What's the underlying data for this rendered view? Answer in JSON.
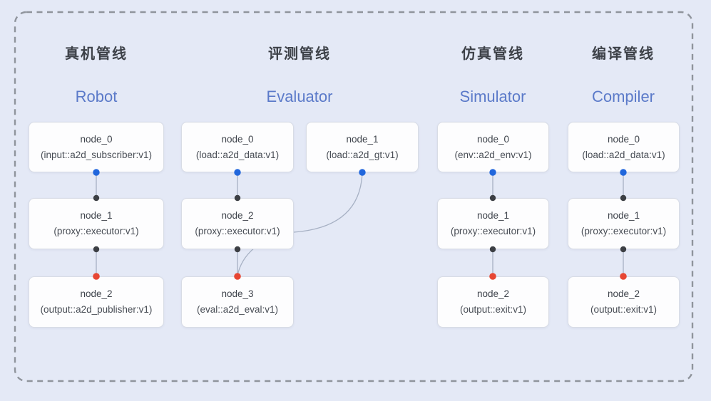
{
  "diagram_title": "pipeline-graphs",
  "colors": {
    "background": "#e4e9f6",
    "canvas_dashed_border": "#8f949c",
    "node_background": "#fdfdfe",
    "node_border": "#d8dce5",
    "edge_line": "#a7b1c4",
    "port_blue": "#2066dc",
    "port_black": "#3c3f44",
    "port_red": "#e74633",
    "header_chinese": "#3d4148",
    "header_english": "#5b7ac9",
    "node_text": "#3e434b"
  },
  "pipelines": [
    {
      "title_zh": "真机管线",
      "title_en": "Robot",
      "nodes": [
        {
          "name": "node_0",
          "type": "(input::a2d_subscriber:v1)"
        },
        {
          "name": "node_1",
          "type": "(proxy::executor:v1)"
        },
        {
          "name": "node_2",
          "type": "(output::a2d_publisher:v1)"
        }
      ]
    },
    {
      "title_zh": "评测管线",
      "title_en": "Evaluator",
      "nodes": [
        {
          "name": "node_0",
          "type": "(load::a2d_data:v1)"
        },
        {
          "name": "node_1",
          "type": "(load::a2d_gt:v1)"
        },
        {
          "name": "node_2",
          "type": "(proxy::executor:v1)"
        },
        {
          "name": "node_3",
          "type": "(eval::a2d_eval:v1)"
        }
      ]
    },
    {
      "title_zh": "仿真管线",
      "title_en": "Simulator",
      "nodes": [
        {
          "name": "node_0",
          "type": "(env::a2d_env:v1)"
        },
        {
          "name": "node_1",
          "type": "(proxy::executor:v1)"
        },
        {
          "name": "node_2",
          "type": "(output::exit:v1)"
        }
      ]
    },
    {
      "title_zh": "编译管线",
      "title_en": "Compiler",
      "nodes": [
        {
          "name": "node_0",
          "type": "(load::a2d_data:v1)"
        },
        {
          "name": "node_1",
          "type": "(proxy::executor:v1)"
        },
        {
          "name": "node_2",
          "type": "(output::exit:v1)"
        }
      ]
    }
  ]
}
